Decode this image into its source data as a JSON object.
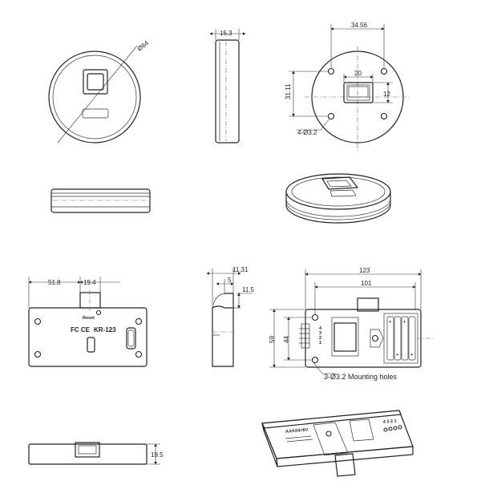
{
  "dimensions": {
    "round_diameter": "Ø64",
    "round_thickness": "15.3",
    "hole_spacing_h": "34.56",
    "slot_width": "20",
    "hole_spacing_v": "31.11",
    "slot_height": "12",
    "round_holes": "4-Ø3.2",
    "lock_left_offset": "51.8",
    "lock_bolt_width": "19.4",
    "side_depth": "11.31",
    "side_step": "5",
    "side_bolt": "11.5",
    "lock_total_width": "123",
    "lock_hole_spacing": "101",
    "lock_height": "59",
    "lock_hole_v": "44",
    "mounting_holes": "3-Ø3.2 Mounting holes",
    "bottom_height": "19.5"
  },
  "front_panel": {
    "reset_label": "Reset",
    "model": "KR-123",
    "certs": "FC CE"
  },
  "battery_pack": {
    "signs": [
      "+",
      "+",
      "+",
      "+"
    ],
    "pin_labels": [
      "4",
      "3",
      "2",
      "1"
    ]
  },
  "iso_labels": {
    "battery_text": "AAAX4=6V",
    "pins": "4 3 2 1"
  }
}
